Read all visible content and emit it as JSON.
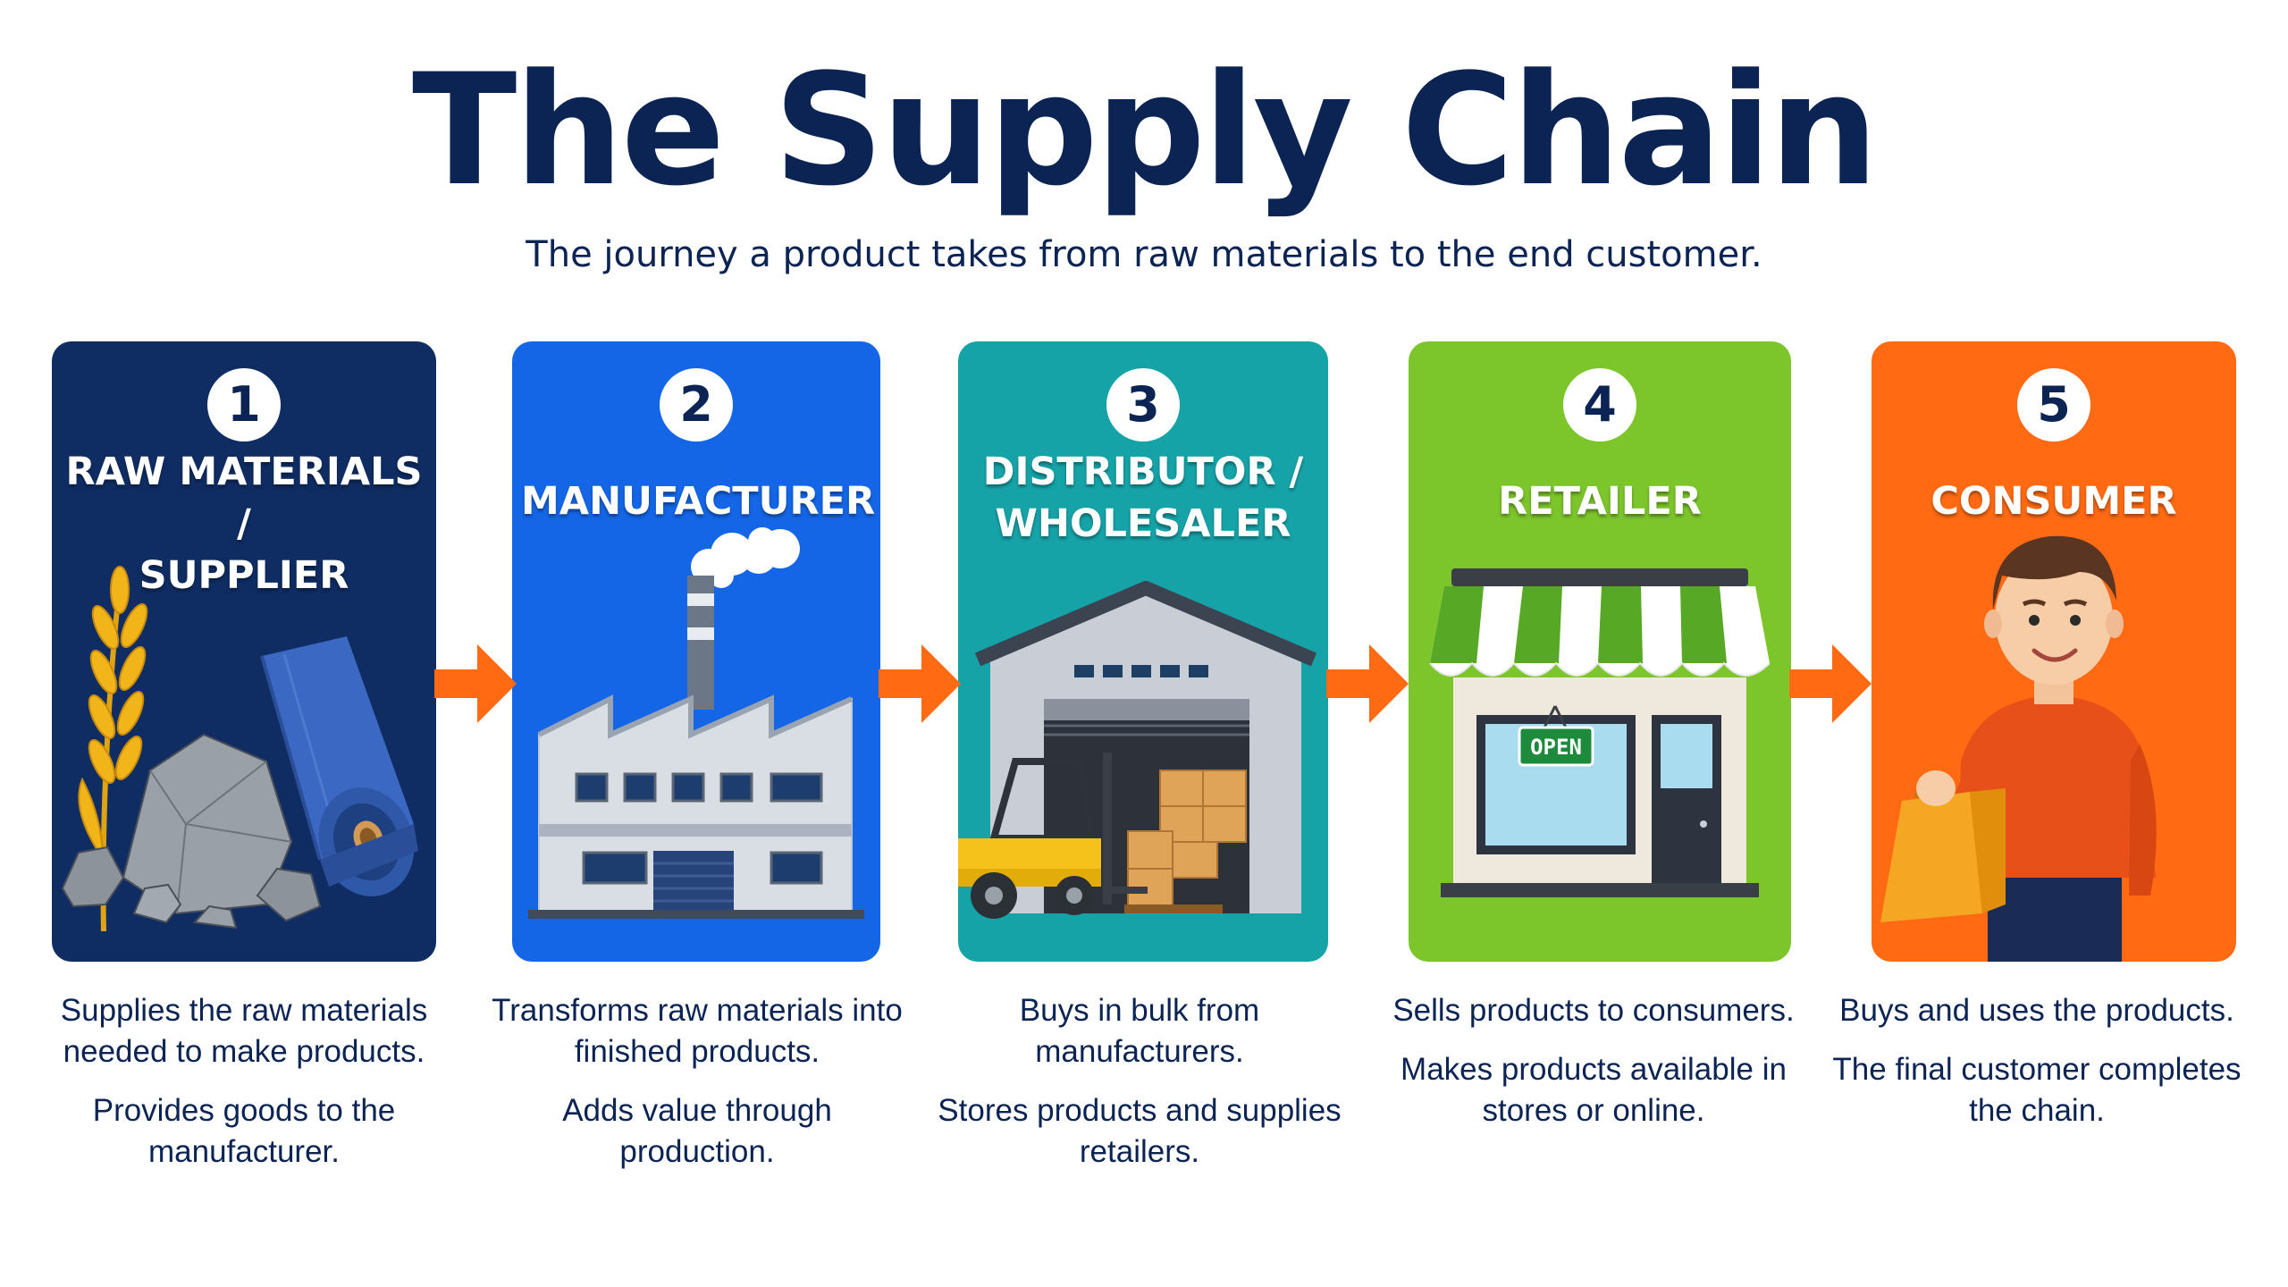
{
  "title": "The Supply Chain",
  "subtitle": "The journey a product takes from raw materials to the end customer.",
  "colors": {
    "title": "#0b2454",
    "arrow": "#ff6a13",
    "stage1": "#0f2d63",
    "stage2": "#1466e6",
    "stage3": "#16a3a8",
    "stage4": "#7cc52b",
    "stage5": "#ff6a13"
  },
  "stages": [
    {
      "number": "1",
      "label_line1": "RAW MATERIALS /",
      "label_line2": "SUPPLIER",
      "icon": "raw-materials-icon",
      "desc1": "Supplies the raw materials needed to make products.",
      "desc2": "Provides goods to the manufacturer."
    },
    {
      "number": "2",
      "label_line1": "MANUFACTURER",
      "icon": "factory-icon",
      "desc1": "Transforms raw materials into finished products.",
      "desc2": "Adds value through production."
    },
    {
      "number": "3",
      "label_line1": "DISTRIBUTOR /",
      "label_line2": "WHOLESALER",
      "icon": "warehouse-forklift-icon",
      "desc1": "Buys in bulk from manufacturers.",
      "desc2": "Stores products and supplies retailers."
    },
    {
      "number": "4",
      "label_line1": "RETAILER",
      "icon": "storefront-icon",
      "sign": "OPEN",
      "desc1": "Sells products to consumers.",
      "desc2": "Makes products available in stores or online."
    },
    {
      "number": "5",
      "label_line1": "CONSUMER",
      "icon": "consumer-icon",
      "desc1": "Buys and uses the products.",
      "desc2": "The final customer completes the chain."
    }
  ]
}
